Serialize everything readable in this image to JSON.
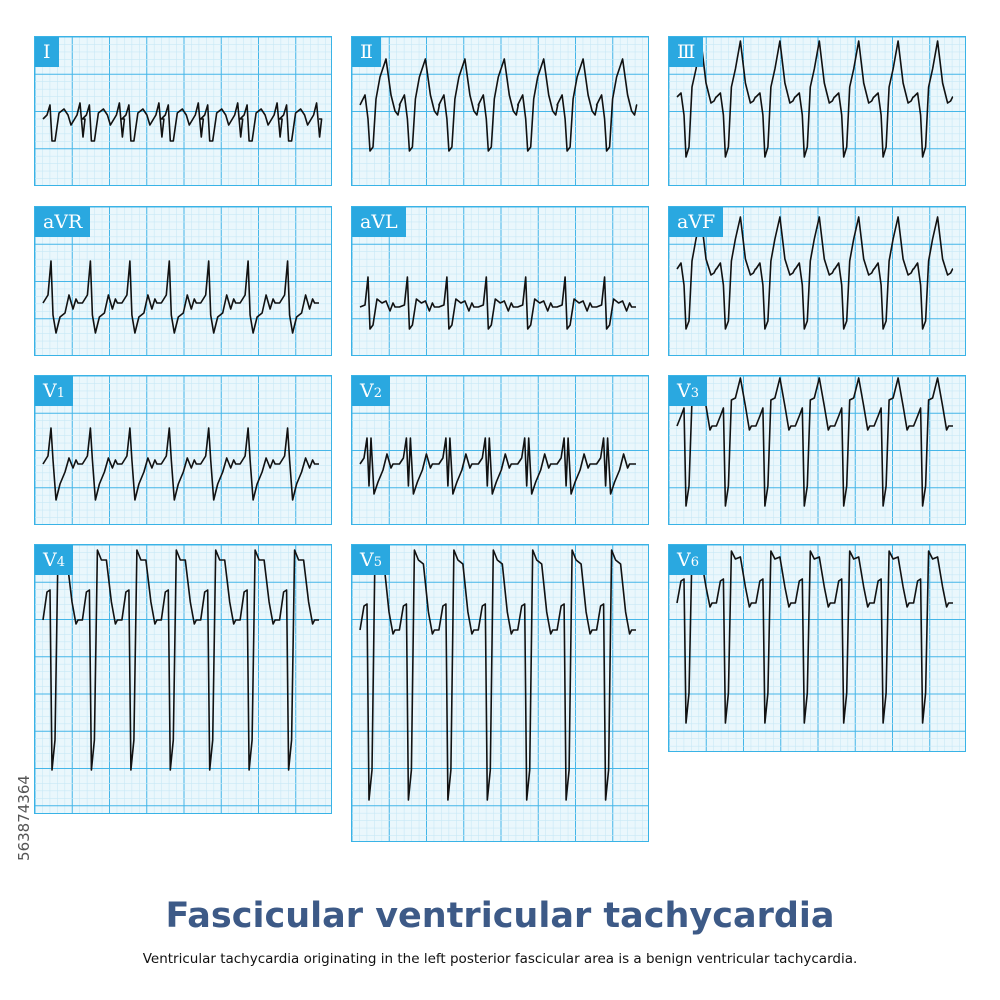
{
  "figure": {
    "title": "Fascicular ventricular tachycardia",
    "caption": "Ventricular tachycardia originating in the left posterior fascicular area is a benign ventricular tachycardia.",
    "stock_id": "563874364"
  },
  "colors": {
    "paper": "#eaf7fc",
    "grid_minor": "#c8e8f6",
    "grid_major": "#45b6e8",
    "label_bg": "#2aa8e0",
    "trace": "#111111",
    "title": "#3d5a87"
  },
  "leads": [
    {
      "id": "I",
      "label": "Ⅰ",
      "sub": "",
      "beats": 7,
      "morph": "I"
    },
    {
      "id": "II",
      "label": "Ⅱ",
      "sub": "",
      "beats": 7,
      "morph": "II"
    },
    {
      "id": "III",
      "label": "Ⅲ",
      "sub": "",
      "beats": 7,
      "morph": "III"
    },
    {
      "id": "aVR",
      "label": "aVR",
      "sub": "",
      "beats": 7,
      "morph": "aVR"
    },
    {
      "id": "aVL",
      "label": "aVL",
      "sub": "",
      "beats": 7,
      "morph": "aVL"
    },
    {
      "id": "aVF",
      "label": "aVF",
      "sub": "",
      "beats": 7,
      "morph": "aVF"
    },
    {
      "id": "V1",
      "label": "V",
      "sub": "1",
      "beats": 7,
      "morph": "V1"
    },
    {
      "id": "V2",
      "label": "V",
      "sub": "2",
      "beats": 7,
      "morph": "V2"
    },
    {
      "id": "V3",
      "label": "V",
      "sub": "3",
      "beats": 7,
      "morph": "V3"
    },
    {
      "id": "V4",
      "label": "V",
      "sub": "4",
      "beats": 7,
      "morph": "V4"
    },
    {
      "id": "V5",
      "label": "V",
      "sub": "5",
      "beats": 7,
      "morph": "V5"
    },
    {
      "id": "V6",
      "label": "V",
      "sub": "6",
      "beats": 7,
      "morph": "V6"
    }
  ]
}
